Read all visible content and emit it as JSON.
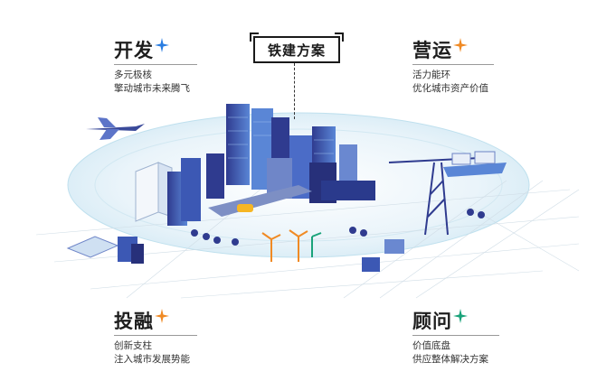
{
  "center_title": "铁建方案",
  "sections": {
    "develop": {
      "title": "开发",
      "lines": [
        "多元极核",
        "擎动城市未来腾飞"
      ]
    },
    "operate": {
      "title": "营运",
      "lines": [
        "活力能环",
        "优化城市资产价值"
      ]
    },
    "invest": {
      "title": "投融",
      "lines": [
        "创新支柱",
        "注入城市发展势能"
      ]
    },
    "consult": {
      "title": "顾问",
      "lines": [
        "价值底盘",
        "供应整体解决方案"
      ]
    }
  },
  "colors": {
    "accent_green": "#1aa37a",
    "accent_orange": "#f08a24",
    "accent_blue": "#2a7de1",
    "building_navy": "#27307a",
    "ground": "#e6f2f8"
  }
}
